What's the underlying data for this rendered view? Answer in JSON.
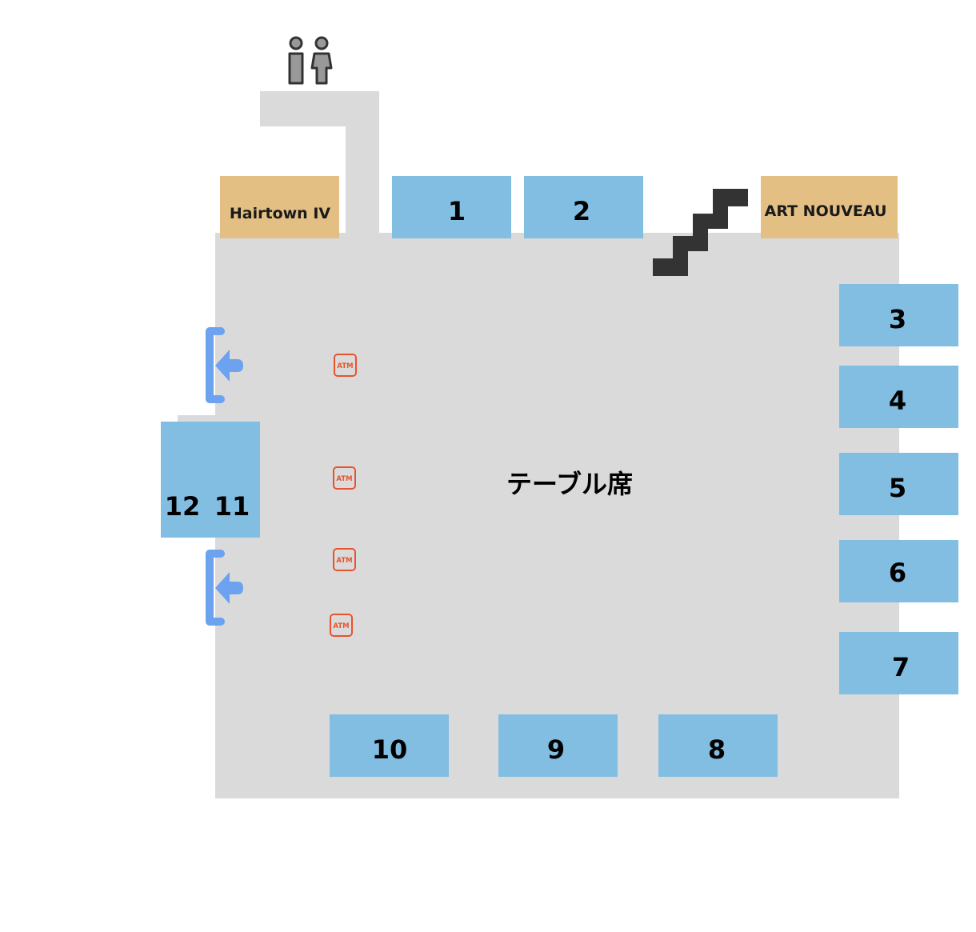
{
  "floor": {
    "label": "テーブル席",
    "floor_color": "#dadada",
    "stall_color": "#82bde2",
    "shop_color": "#e3bf84",
    "stair_color": "#333333",
    "atm_color": "#e8532c",
    "entrance_color": "#6ca2ef"
  },
  "shops": [
    {
      "id": "hairtown",
      "name": "Hairtown IV"
    },
    {
      "id": "artnouveau",
      "name": "ART NOUVEAU"
    }
  ],
  "stalls": [
    {
      "id": "1",
      "label": "1"
    },
    {
      "id": "2",
      "label": "2"
    },
    {
      "id": "3",
      "label": "3"
    },
    {
      "id": "4",
      "label": "4"
    },
    {
      "id": "5",
      "label": "5"
    },
    {
      "id": "6",
      "label": "6"
    },
    {
      "id": "7",
      "label": "7"
    },
    {
      "id": "8",
      "label": "8"
    },
    {
      "id": "9",
      "label": "9"
    },
    {
      "id": "10",
      "label": "10"
    },
    {
      "id": "11",
      "label": "11"
    },
    {
      "id": "12",
      "label": "12"
    }
  ],
  "atms": [
    {
      "label": "ATM"
    },
    {
      "label": "ATM"
    },
    {
      "label": "ATM"
    },
    {
      "label": "ATM"
    }
  ],
  "icons": {
    "restroom": "restroom-icon",
    "stairs": "stairs-icon",
    "entrance": "entrance-arrow-icon",
    "atm": "atm-icon"
  }
}
